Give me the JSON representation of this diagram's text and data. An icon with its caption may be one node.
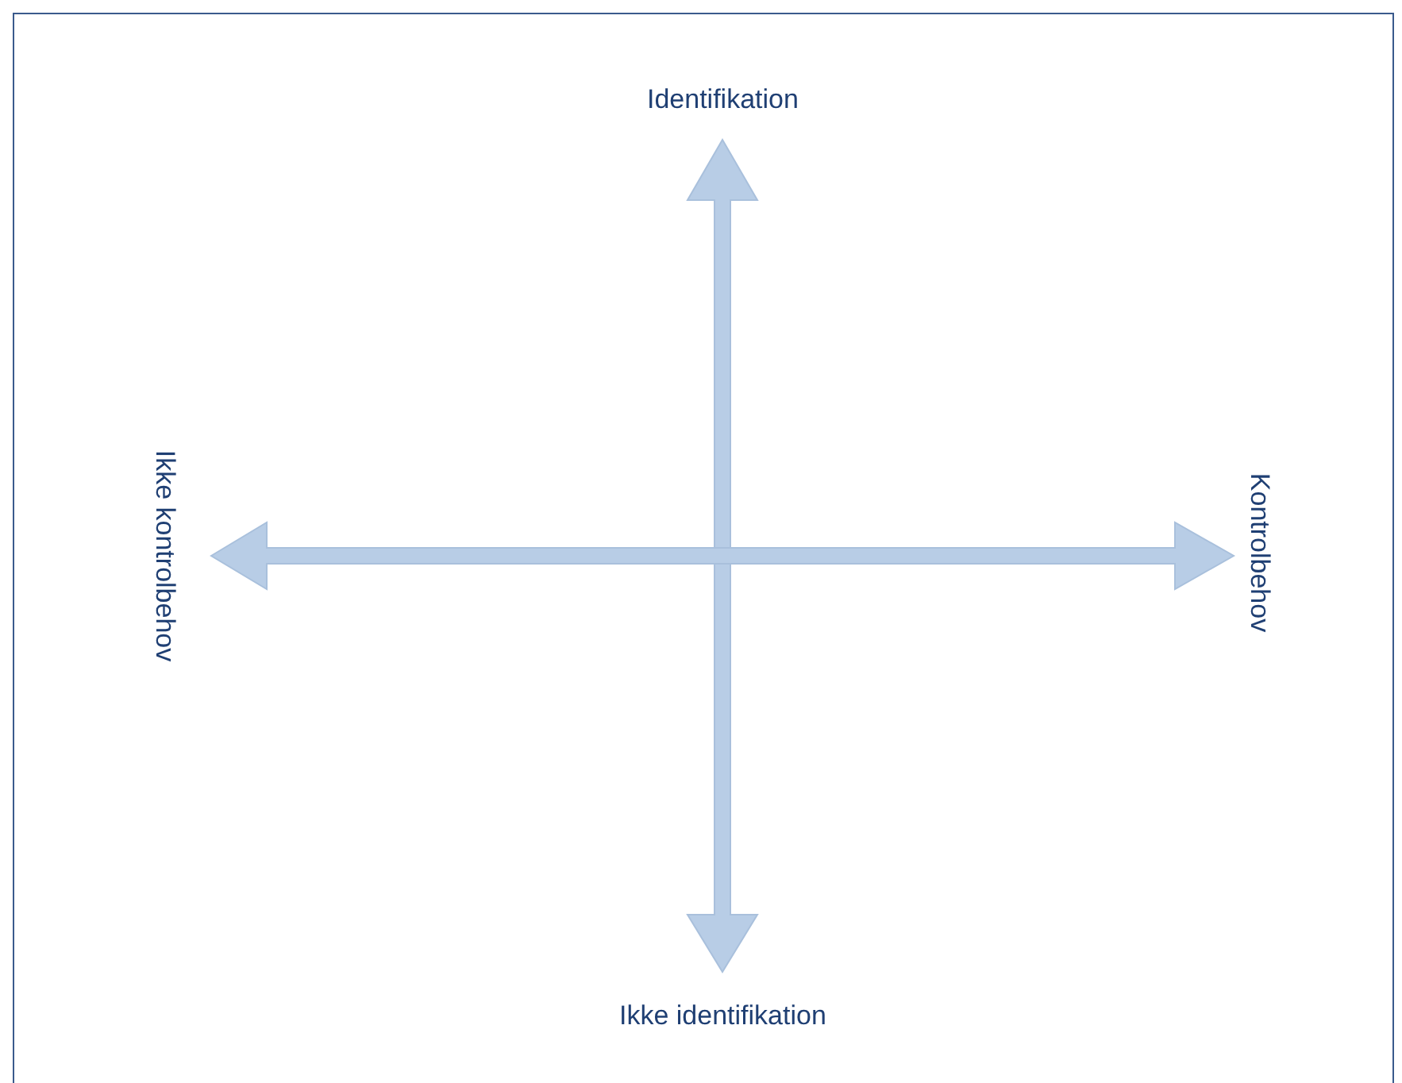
{
  "diagram": {
    "labels": [
      "Identifikation",
      "Ikke kontrolbehov",
      "Kontrolbehov",
      "Ikke identifikation"
    ]
  }
}
